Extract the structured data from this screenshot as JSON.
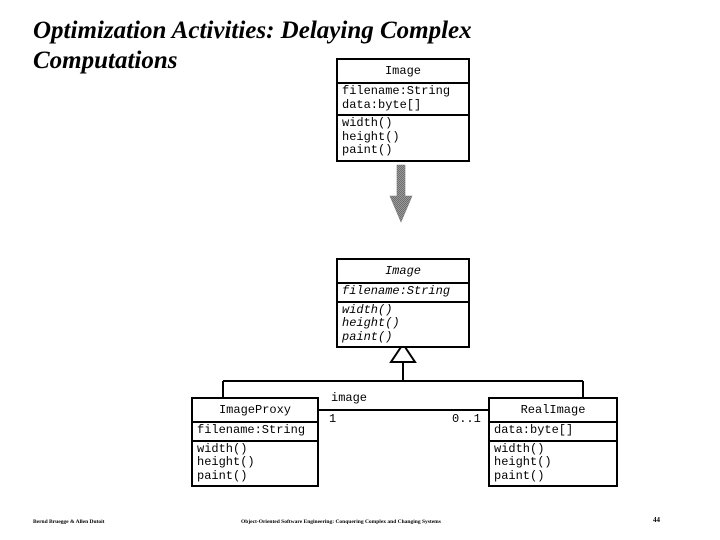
{
  "slide": {
    "title": "Optimization Activities: Delaying Complex Computations"
  },
  "diagram": {
    "type": "uml-class-diagram",
    "classes": [
      {
        "id": "image-top",
        "name": "Image",
        "abstract": false,
        "attributes": [
          "filename:String",
          "data:byte[]"
        ],
        "operations": [
          "width()",
          "height()",
          "paint()"
        ]
      },
      {
        "id": "image-abstract",
        "name": "Image",
        "abstract": true,
        "attributes": [
          "filename:String"
        ],
        "operations": [
          "width()",
          "height()",
          "paint()"
        ]
      },
      {
        "id": "image-proxy",
        "name": "ImageProxy",
        "abstract": false,
        "attributes": [
          "filename:String"
        ],
        "operations": [
          "width()",
          "height()",
          "paint()"
        ]
      },
      {
        "id": "real-image",
        "name": "RealImage",
        "abstract": false,
        "attributes": [
          "data:byte[]"
        ],
        "operations": [
          "width()",
          "height()",
          "paint()"
        ]
      }
    ],
    "association": {
      "role_label": "image",
      "source_multiplicity": "1",
      "target_multiplicity": "0..1"
    },
    "colors": {
      "line": "#000000",
      "fill": "#ffffff",
      "transform_arrow": "#808080"
    }
  },
  "footer": {
    "authors": "Bernd Bruegge & Allen Dutoit",
    "book": "Object-Oriented Software Engineering: Conquering Complex and Changing Systems",
    "page": "44"
  }
}
